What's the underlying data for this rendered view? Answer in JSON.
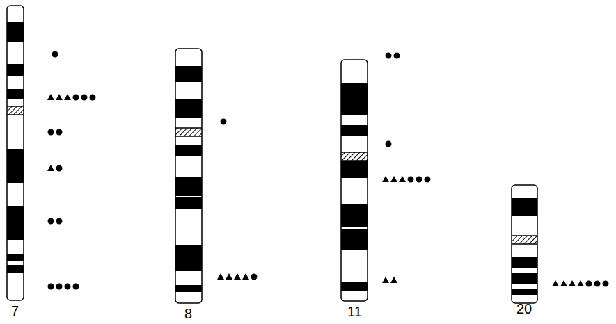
{
  "diagram": {
    "labels": [
      "7",
      "8",
      "11",
      "20"
    ]
  }
}
